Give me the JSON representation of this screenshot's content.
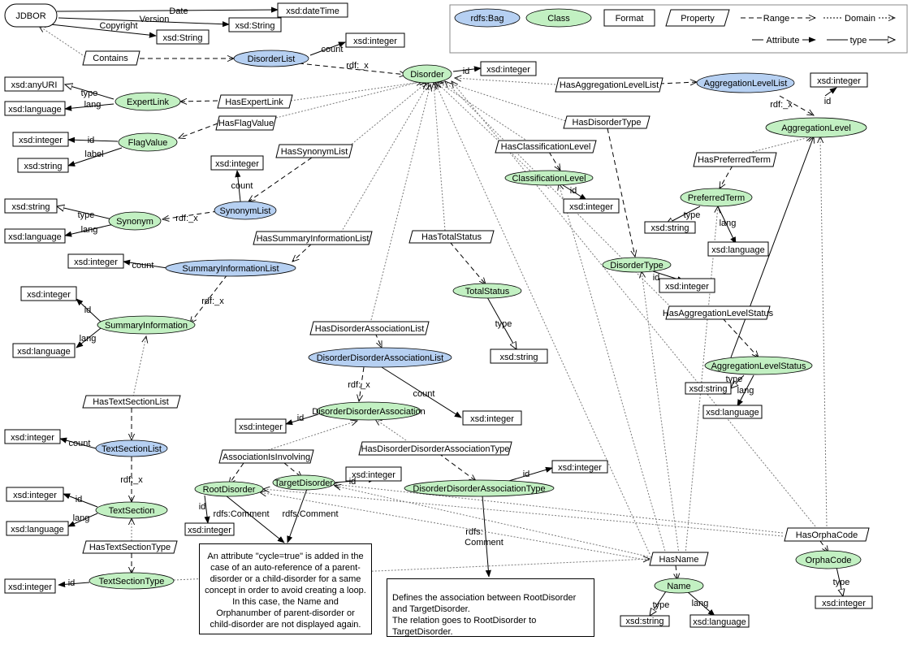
{
  "legend": {
    "bag": "rdfs:Bag",
    "class": "Class",
    "format": "Format",
    "property": "Property",
    "range": "Range",
    "domain": "Domain",
    "attribute": "Attribute",
    "type": "type"
  },
  "nodes": {
    "jdbor": "JDBOR",
    "date_prop": "Date",
    "version_prop": "Version",
    "copyright_prop": "Copyright",
    "xsd_datetime": "xsd:dateTime",
    "xsd_string_version": "xsd:String",
    "xsd_string_copyright": "xsd:String",
    "contains": "Contains",
    "disorder_list": "DisorderList",
    "count_label_dl": "count",
    "xsd_int_dl": "xsd:integer",
    "rdfx_dl": "rdf:_x",
    "disorder": "Disorder",
    "id_label_disorder": "id",
    "xsd_int_disorder": "xsd:integer",
    "has_agg_level_list": "HasAggregationLevelList",
    "agg_level_list": "AggregationLevelList",
    "xsd_int_agg": "xsd:integer",
    "rdfx_agg": "rdf:_x",
    "id_label_agg": "id",
    "agg_level": "AggregationLevel",
    "xsd_anyuri": "xsd:anyURI",
    "type_label_el": "type",
    "lang_label_el": "lang",
    "xsd_lang_el": "xsd:language",
    "expert_link": "ExpertLink",
    "has_expert_link": "HasExpertLink",
    "has_flag_value": "HasFlagValue",
    "xsd_int_flag": "xsd:integer",
    "id_label_flag": "id",
    "flag_value": "FlagValue",
    "label_label_flag": "label",
    "xsd_string_flag": "xsd:string",
    "has_synonym_list": "HasSynonymList",
    "xsd_int_syn": "xsd:integer",
    "count_label_syn": "count",
    "synonym_list": "SynonymList",
    "xsd_string_syn": "xsd:string",
    "type_label_syn": "type",
    "synonym": "Synonym",
    "rdfx_syn": "rdf:_x",
    "lang_label_syn": "lang",
    "xsd_lang_syn": "xsd:language",
    "has_disorder_type": "HasDisorderType",
    "has_classification_level": "HasClassificationLevel",
    "classification_level": "ClassificationLevel",
    "id_label_cl": "id",
    "xsd_int_cl": "xsd:integer",
    "has_preferred_term": "HasPreferredTerm",
    "preferred_term": "PreferredTerm",
    "type_label_pt": "type",
    "lang_label_pt": "lang",
    "xsd_string_pt": "xsd:string",
    "xsd_lang_pt": "xsd:language",
    "has_summary_info_list": "HasSummaryInformationList",
    "has_total_status": "HasTotalStatus",
    "xsd_int_sil": "xsd:integer",
    "count_label_sil": "count",
    "summary_info_list": "SummaryInformationList",
    "disorder_type": "DisorderType",
    "id_label_dt": "id",
    "xsd_int_dt": "xsd:integer",
    "total_status": "TotalStatus",
    "xsd_int_si": "xsd:integer",
    "rdfx_sil": "rdf:_x",
    "id_label_si": "id",
    "has_agg_level_status": "HasAggregationLevelStatus",
    "summary_info": "SummaryInformation",
    "lang_label_si": "lang",
    "xsd_lang_si": "xsd:language",
    "type_label_ts": "type",
    "has_dda_list": "HasDisorderAssociationList",
    "dda_list": "DisorderDisorderAssociationList",
    "xsd_string_ts": "xsd:string",
    "agg_level_status": "AggregationLevelStatus",
    "type_label_als": "type",
    "xsd_string_als": "xsd:string",
    "lang_label_als": "lang",
    "has_text_section_list": "HasTextSectionList",
    "rdfx_dda": "rdf:_x",
    "count_label_dda": "count",
    "xsd_lang_als": "xsd:language",
    "dda": "DisorderDisorderAssociation",
    "xsd_int_dda_id": "xsd:integer",
    "id_label_dda": "id",
    "xsd_int_dda_count": "xsd:integer",
    "xsd_int_tsl": "xsd:integer",
    "count_label_tsl": "count",
    "text_section_list": "TextSectionList",
    "has_dda_type": "HasDisorderDisorderAssociationType",
    "association_is_involving": "AssociationIsInvolving",
    "rdfx_tsl": "rdf:_x",
    "xsd_int_td": "xsd:integer",
    "id_label_td": "id",
    "xsd_int_ddat": "xsd:integer",
    "id_label_ddat": "id",
    "xsd_int_tsec": "xsd:integer",
    "id_label_tsec": "id",
    "root_disorder": "RootDisorder",
    "target_disorder": "TargetDisorder",
    "dda_type": "DisorderDisorderAssociationType",
    "text_section": "TextSection",
    "lang_label_tsec": "lang",
    "id_label_rd": "id",
    "rdfs_comment_1": "rdfs:Comment",
    "rdfs_comment_2": "rdfs:Comment",
    "xsd_lang_tsec": "xsd:language",
    "xsd_int_rd": "xsd:integer",
    "rdfs_label_ddat": "rdfs:",
    "comment_label_ddat": "Comment",
    "has_orpha_code": "HasOrphaCode",
    "has_text_section_type": "HasTextSectionType",
    "has_name": "HasName",
    "orpha_code": "OrphaCode",
    "xsd_int_tst": "xsd:integer",
    "id_label_tst": "id",
    "text_section_type": "TextSectionType",
    "type_label_oc": "type",
    "xsd_int_oc": "xsd:integer",
    "name": "Name",
    "type_label_name": "type",
    "lang_label_name": "lang",
    "xsd_string_name": "xsd:string",
    "xsd_lang_name": "xsd:language"
  },
  "notes": {
    "cycle_note": "An attribute \"cycle=true\" is added in the case of an auto-reference of a parent-disorder or a child-disorder for a same concept in order to avoid creating a loop. In this case, the Name and Orphanumber of parent-disorder or child-disorder are not displayed again.",
    "association_note_line1": "Defines the association between RootDisorder and TargetDisorder.",
    "association_note_line2": "The relation goes to RootDisorder to TargetDisorder."
  }
}
